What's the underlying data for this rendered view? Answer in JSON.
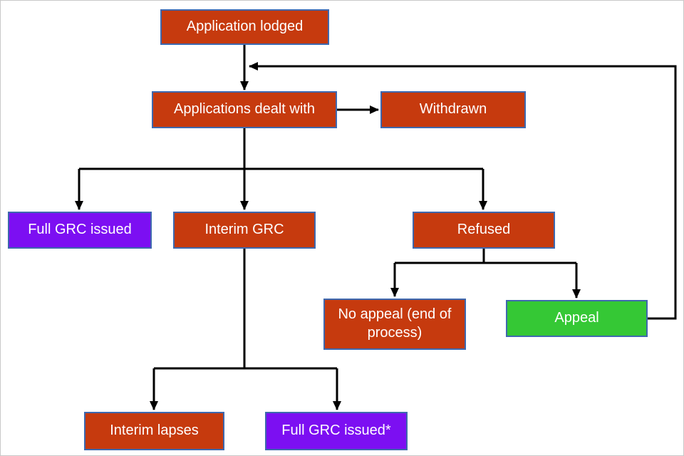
{
  "diagram": {
    "type": "flowchart",
    "colors": {
      "node_red": "#c63a0e",
      "node_purple": "#7c0ff2",
      "node_green": "#35c835",
      "border_blue": "#3e68ae",
      "connector_black": "#000000",
      "text_white": "#ffffff",
      "background": "#ffffff"
    },
    "nodes": [
      {
        "id": "application-lodged",
        "label": "Application lodged",
        "color": "red"
      },
      {
        "id": "applications-dealt",
        "label": "Applications dealt with",
        "color": "red"
      },
      {
        "id": "withdrawn",
        "label": "Withdrawn",
        "color": "red"
      },
      {
        "id": "full-grc-issued",
        "label": "Full GRC issued",
        "color": "purple"
      },
      {
        "id": "interim-grc",
        "label": "Interim GRC",
        "color": "red"
      },
      {
        "id": "refused",
        "label": "Refused",
        "color": "red"
      },
      {
        "id": "no-appeal",
        "label": "No appeal (end of process)",
        "color": "red"
      },
      {
        "id": "appeal",
        "label": "Appeal",
        "color": "green"
      },
      {
        "id": "interim-lapses",
        "label": "Interim lapses",
        "color": "red"
      },
      {
        "id": "full-grc-issued-star",
        "label": "Full GRC issued*",
        "color": "purple"
      }
    ],
    "edges": [
      {
        "from": "application-lodged",
        "to": "applications-dealt"
      },
      {
        "from": "appeal",
        "to": "applications-dealt",
        "note": "feedback loop"
      },
      {
        "from": "applications-dealt",
        "to": "withdrawn"
      },
      {
        "from": "applications-dealt",
        "to": "full-grc-issued"
      },
      {
        "from": "applications-dealt",
        "to": "interim-grc"
      },
      {
        "from": "applications-dealt",
        "to": "refused"
      },
      {
        "from": "refused",
        "to": "no-appeal"
      },
      {
        "from": "refused",
        "to": "appeal"
      },
      {
        "from": "interim-grc",
        "to": "interim-lapses"
      },
      {
        "from": "interim-grc",
        "to": "full-grc-issued-star"
      }
    ]
  }
}
